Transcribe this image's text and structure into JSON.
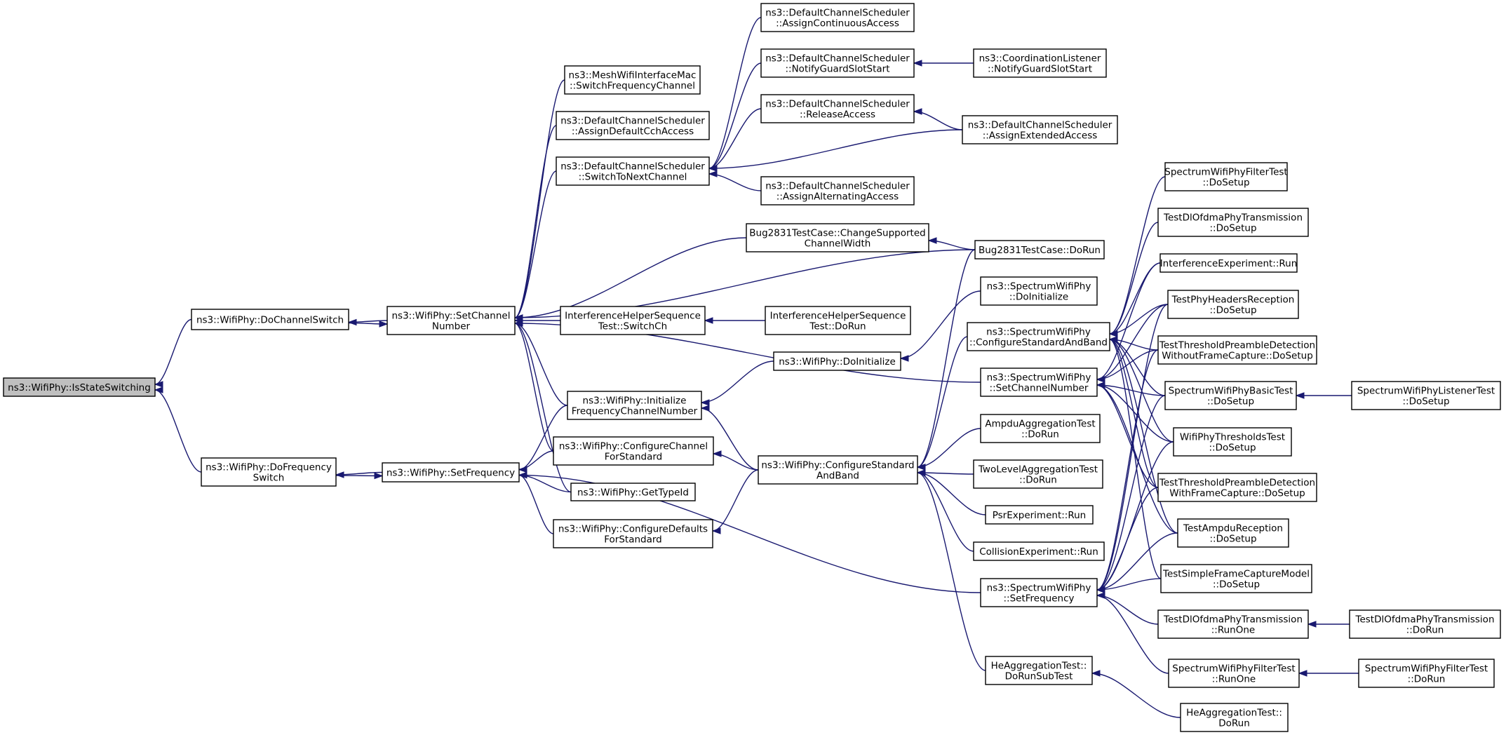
{
  "nodes": [
    {
      "id": "n0",
      "lines": [
        "ns3::WifiPhy::IsStateSwitching"
      ],
      "highlight": true
    },
    {
      "id": "n1",
      "lines": [
        "ns3::WifiPhy::DoChannelSwitch"
      ]
    },
    {
      "id": "n2",
      "lines": [
        "ns3::WifiPhy::DoFrequency",
        "Switch"
      ]
    },
    {
      "id": "n3",
      "lines": [
        "ns3::WifiPhy::SetChannel",
        "Number"
      ]
    },
    {
      "id": "n4",
      "lines": [
        "ns3::WifiPhy::SetFrequency"
      ]
    },
    {
      "id": "n5",
      "lines": [
        "ns3::MeshWifiInterfaceMac",
        "::SwitchFrequencyChannel"
      ]
    },
    {
      "id": "n6",
      "lines": [
        "ns3::DefaultChannelScheduler",
        "::AssignDefaultCchAccess"
      ]
    },
    {
      "id": "n7",
      "lines": [
        "ns3::DefaultChannelScheduler",
        "::SwitchToNextChannel"
      ]
    },
    {
      "id": "n8",
      "lines": [
        "InterferenceHelperSequence",
        "Test::SwitchCh"
      ]
    },
    {
      "id": "n9",
      "lines": [
        "ns3::WifiPhy::Initialize",
        "FrequencyChannelNumber"
      ]
    },
    {
      "id": "n10",
      "lines": [
        "ns3::WifiPhy::ConfigureChannel",
        "ForStandard"
      ]
    },
    {
      "id": "n11",
      "lines": [
        "ns3::WifiPhy::GetTypeId"
      ]
    },
    {
      "id": "n12",
      "lines": [
        "ns3::WifiPhy::ConfigureDefaults",
        "ForStandard"
      ]
    },
    {
      "id": "n13",
      "lines": [
        "ns3::DefaultChannelScheduler",
        "::AssignContinuousAccess"
      ]
    },
    {
      "id": "n14",
      "lines": [
        "ns3::DefaultChannelScheduler",
        "::NotifyGuardSlotStart"
      ]
    },
    {
      "id": "n15",
      "lines": [
        "ns3::DefaultChannelScheduler",
        "::ReleaseAccess"
      ]
    },
    {
      "id": "n16",
      "lines": [
        "ns3::DefaultChannelScheduler",
        "::AssignAlternatingAccess"
      ]
    },
    {
      "id": "n17",
      "lines": [
        "Bug2831TestCase::ChangeSupported",
        "ChannelWidth"
      ]
    },
    {
      "id": "n18",
      "lines": [
        "InterferenceHelperSequence",
        "Test::DoRun"
      ]
    },
    {
      "id": "n19",
      "lines": [
        "ns3::WifiPhy::DoInitialize"
      ]
    },
    {
      "id": "n20",
      "lines": [
        "ns3::WifiPhy::ConfigureStandard",
        "AndBand"
      ]
    },
    {
      "id": "n21",
      "lines": [
        "ns3::CoordinationListener",
        "::NotifyGuardSlotStart"
      ]
    },
    {
      "id": "n22",
      "lines": [
        "ns3::DefaultChannelScheduler",
        "::AssignExtendedAccess"
      ]
    },
    {
      "id": "n23",
      "lines": [
        "Bug2831TestCase::DoRun"
      ]
    },
    {
      "id": "n24",
      "lines": [
        "ns3::SpectrumWifiPhy",
        "::DoInitialize"
      ]
    },
    {
      "id": "n25",
      "lines": [
        "ns3::SpectrumWifiPhy",
        "::ConfigureStandardAndBand"
      ]
    },
    {
      "id": "n26",
      "lines": [
        "ns3::SpectrumWifiPhy",
        "::SetChannelNumber"
      ]
    },
    {
      "id": "n27",
      "lines": [
        "AmpduAggregationTest",
        "::DoRun"
      ]
    },
    {
      "id": "n28",
      "lines": [
        "TwoLevelAggregationTest",
        "::DoRun"
      ]
    },
    {
      "id": "n29",
      "lines": [
        "PsrExperiment::Run"
      ]
    },
    {
      "id": "n30",
      "lines": [
        "CollisionExperiment::Run"
      ]
    },
    {
      "id": "n31",
      "lines": [
        "ns3::SpectrumWifiPhy",
        "::SetFrequency"
      ]
    },
    {
      "id": "n32",
      "lines": [
        "HeAggregationTest::",
        "DoRunSubTest"
      ]
    },
    {
      "id": "n33",
      "lines": [
        "SpectrumWifiPhyFilterTest",
        "::DoSetup"
      ]
    },
    {
      "id": "n34",
      "lines": [
        "TestDlOfdmaPhyTransmission",
        "::DoSetup"
      ]
    },
    {
      "id": "n35",
      "lines": [
        "InterferenceExperiment::Run"
      ]
    },
    {
      "id": "n36",
      "lines": [
        "TestPhyHeadersReception",
        "::DoSetup"
      ]
    },
    {
      "id": "n37",
      "lines": [
        "TestThresholdPreambleDetection",
        "WithoutFrameCapture::DoSetup"
      ]
    },
    {
      "id": "n38",
      "lines": [
        "SpectrumWifiPhyBasicTest",
        "::DoSetup"
      ]
    },
    {
      "id": "n39",
      "lines": [
        "WifiPhyThresholdsTest",
        "::DoSetup"
      ]
    },
    {
      "id": "n40",
      "lines": [
        "TestThresholdPreambleDetection",
        "WithFrameCapture::DoSetup"
      ]
    },
    {
      "id": "n41",
      "lines": [
        "TestAmpduReception",
        "::DoSetup"
      ]
    },
    {
      "id": "n42",
      "lines": [
        "TestSimpleFrameCaptureModel",
        "::DoSetup"
      ]
    },
    {
      "id": "n43",
      "lines": [
        "TestDlOfdmaPhyTransmission",
        "::RunOne"
      ]
    },
    {
      "id": "n44",
      "lines": [
        "SpectrumWifiPhyFilterTest",
        "::RunOne"
      ]
    },
    {
      "id": "n45",
      "lines": [
        "HeAggregationTest::",
        "DoRun"
      ]
    },
    {
      "id": "n46",
      "lines": [
        "SpectrumWifiPhyListenerTest",
        "::DoSetup"
      ]
    },
    {
      "id": "n47",
      "lines": [
        "TestDlOfdmaPhyTransmission",
        "::DoRun"
      ]
    },
    {
      "id": "n48",
      "lines": [
        "SpectrumWifiPhyFilterTest",
        "::DoRun"
      ]
    }
  ],
  "edges": [
    {
      "from": "n0",
      "to": "n1"
    },
    {
      "from": "n0",
      "to": "n2"
    },
    {
      "from": "n1",
      "to": "n3"
    },
    {
      "from": "n3",
      "to": "n1"
    },
    {
      "from": "n2",
      "to": "n4"
    },
    {
      "from": "n4",
      "to": "n2"
    },
    {
      "from": "n3",
      "to": "n5"
    },
    {
      "from": "n3",
      "to": "n6"
    },
    {
      "from": "n3",
      "to": "n7"
    },
    {
      "from": "n3",
      "to": "n17"
    },
    {
      "from": "n3",
      "to": "n23"
    },
    {
      "from": "n3",
      "to": "n8"
    },
    {
      "from": "n3",
      "to": "n26"
    },
    {
      "from": "n3",
      "to": "n9"
    },
    {
      "from": "n3",
      "to": "n10"
    },
    {
      "from": "n3",
      "to": "n11"
    },
    {
      "from": "n4",
      "to": "n9"
    },
    {
      "from": "n4",
      "to": "n10"
    },
    {
      "from": "n4",
      "to": "n11"
    },
    {
      "from": "n4",
      "to": "n12"
    },
    {
      "from": "n4",
      "to": "n31"
    },
    {
      "from": "n7",
      "to": "n13"
    },
    {
      "from": "n7",
      "to": "n14"
    },
    {
      "from": "n7",
      "to": "n15"
    },
    {
      "from": "n7",
      "to": "n22"
    },
    {
      "from": "n7",
      "to": "n16"
    },
    {
      "from": "n14",
      "to": "n21"
    },
    {
      "from": "n15",
      "to": "n22"
    },
    {
      "from": "n17",
      "to": "n23"
    },
    {
      "from": "n8",
      "to": "n18"
    },
    {
      "from": "n9",
      "to": "n19"
    },
    {
      "from": "n9",
      "to": "n20"
    },
    {
      "from": "n19",
      "to": "n24"
    },
    {
      "from": "n10",
      "to": "n20"
    },
    {
      "from": "n12",
      "to": "n20"
    },
    {
      "from": "n20",
      "to": "n23"
    },
    {
      "from": "n20",
      "to": "n25"
    },
    {
      "from": "n20",
      "to": "n27"
    },
    {
      "from": "n20",
      "to": "n28"
    },
    {
      "from": "n20",
      "to": "n29"
    },
    {
      "from": "n20",
      "to": "n30"
    },
    {
      "from": "n20",
      "to": "n32"
    },
    {
      "from": "n32",
      "to": "n45"
    },
    {
      "from": "n25",
      "to": "n33"
    },
    {
      "from": "n25",
      "to": "n34"
    },
    {
      "from": "n25",
      "to": "n35"
    },
    {
      "from": "n25",
      "to": "n36"
    },
    {
      "from": "n25",
      "to": "n37"
    },
    {
      "from": "n25",
      "to": "n38"
    },
    {
      "from": "n25",
      "to": "n39"
    },
    {
      "from": "n25",
      "to": "n40"
    },
    {
      "from": "n25",
      "to": "n41"
    },
    {
      "from": "n25",
      "to": "n42"
    },
    {
      "from": "n26",
      "to": "n35"
    },
    {
      "from": "n26",
      "to": "n36"
    },
    {
      "from": "n26",
      "to": "n37"
    },
    {
      "from": "n26",
      "to": "n38"
    },
    {
      "from": "n26",
      "to": "n39"
    },
    {
      "from": "n26",
      "to": "n40"
    },
    {
      "from": "n26",
      "to": "n41"
    },
    {
      "from": "n31",
      "to": "n36"
    },
    {
      "from": "n31",
      "to": "n37"
    },
    {
      "from": "n31",
      "to": "n38"
    },
    {
      "from": "n31",
      "to": "n39"
    },
    {
      "from": "n31",
      "to": "n40"
    },
    {
      "from": "n31",
      "to": "n41"
    },
    {
      "from": "n31",
      "to": "n42"
    },
    {
      "from": "n31",
      "to": "n43"
    },
    {
      "from": "n31",
      "to": "n44"
    },
    {
      "from": "n38",
      "to": "n46"
    },
    {
      "from": "n43",
      "to": "n47"
    },
    {
      "from": "n44",
      "to": "n48"
    }
  ]
}
